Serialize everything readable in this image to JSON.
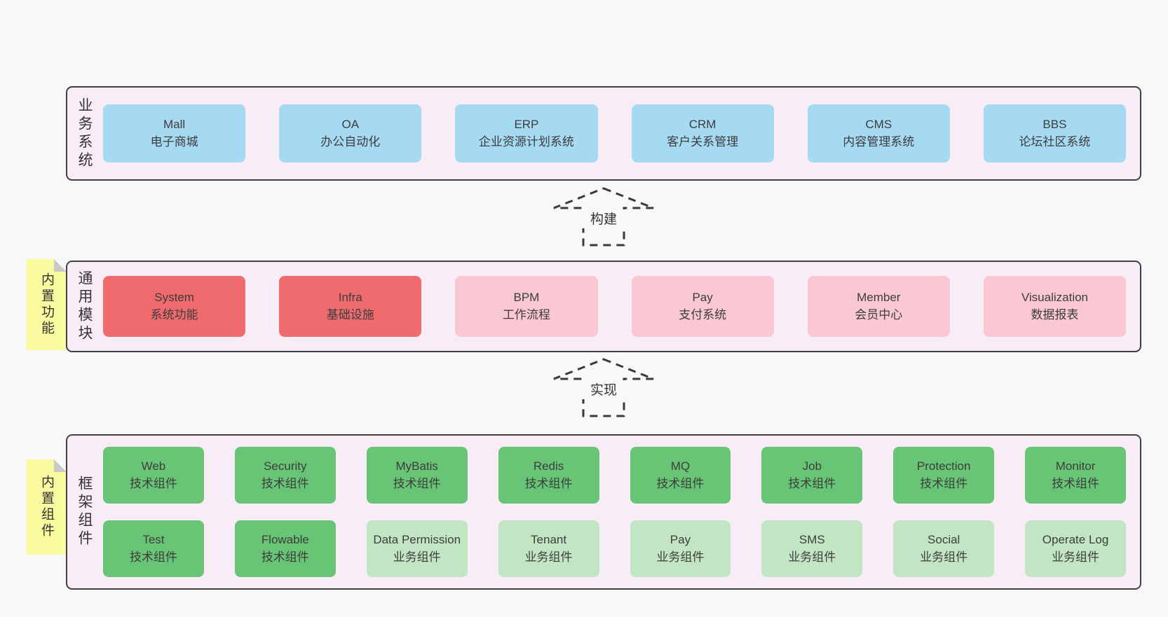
{
  "colors": {
    "page_bg": "#f8f8f8",
    "panel_bg": "#f8edf6",
    "panel_border": "#3f3f3f",
    "blue_box": "#a6d9f2",
    "red_box": "#ef6b6e",
    "pink_box": "#fac8d2",
    "green_box": "#68c576",
    "light_green_box": "#c2e6c4",
    "note_yellow": "#fafa9e",
    "arrow_stroke": "#3a3a3a"
  },
  "arrows": [
    {
      "label": "构建"
    },
    {
      "label": "实现"
    }
  ],
  "layers": [
    {
      "side_label": "业务系统",
      "boxes": [
        {
          "en": "Mall",
          "zh": "电子商城",
          "type": "blue"
        },
        {
          "en": "OA",
          "zh": "办公自动化",
          "type": "blue"
        },
        {
          "en": "ERP",
          "zh": "企业资源计划系统",
          "type": "blue"
        },
        {
          "en": "CRM",
          "zh": "客户关系管理",
          "type": "blue"
        },
        {
          "en": "CMS",
          "zh": "内容管理系统",
          "type": "blue"
        },
        {
          "en": "BBS",
          "zh": "论坛社区系统",
          "type": "blue"
        }
      ]
    },
    {
      "side_label": "通用模块",
      "note": "内置功能",
      "boxes": [
        {
          "en": "System",
          "zh": "系统功能",
          "type": "red"
        },
        {
          "en": "Infra",
          "zh": "基础设施",
          "type": "red"
        },
        {
          "en": "BPM",
          "zh": "工作流程",
          "type": "pink"
        },
        {
          "en": "Pay",
          "zh": "支付系统",
          "type": "pink"
        },
        {
          "en": "Member",
          "zh": "会员中心",
          "type": "pink"
        },
        {
          "en": "Visualization",
          "zh": "数据报表",
          "type": "pink"
        }
      ]
    },
    {
      "side_label": "框架组件",
      "note": "内置组件",
      "rows": [
        [
          {
            "en": "Web",
            "zh": "技术组件",
            "type": "green"
          },
          {
            "en": "Security",
            "zh": "技术组件",
            "type": "green"
          },
          {
            "en": "MyBatis",
            "zh": "技术组件",
            "type": "green"
          },
          {
            "en": "Redis",
            "zh": "技术组件",
            "type": "green"
          },
          {
            "en": "MQ",
            "zh": "技术组件",
            "type": "green"
          },
          {
            "en": "Job",
            "zh": "技术组件",
            "type": "green"
          },
          {
            "en": "Protection",
            "zh": "技术组件",
            "type": "green"
          },
          {
            "en": "Monitor",
            "zh": "技术组件",
            "type": "green"
          }
        ],
        [
          {
            "en": "Test",
            "zh": "技术组件",
            "type": "green"
          },
          {
            "en": "Flowable",
            "zh": "技术组件",
            "type": "green"
          },
          {
            "en": "Data Permission",
            "zh": "业务组件",
            "type": "light-green"
          },
          {
            "en": "Tenant",
            "zh": "业务组件",
            "type": "light-green"
          },
          {
            "en": "Pay",
            "zh": "业务组件",
            "type": "light-green"
          },
          {
            "en": "SMS",
            "zh": "业务组件",
            "type": "light-green"
          },
          {
            "en": "Social",
            "zh": "业务组件",
            "type": "light-green"
          },
          {
            "en": "Operate Log",
            "zh": "业务组件",
            "type": "light-green"
          }
        ]
      ]
    }
  ]
}
